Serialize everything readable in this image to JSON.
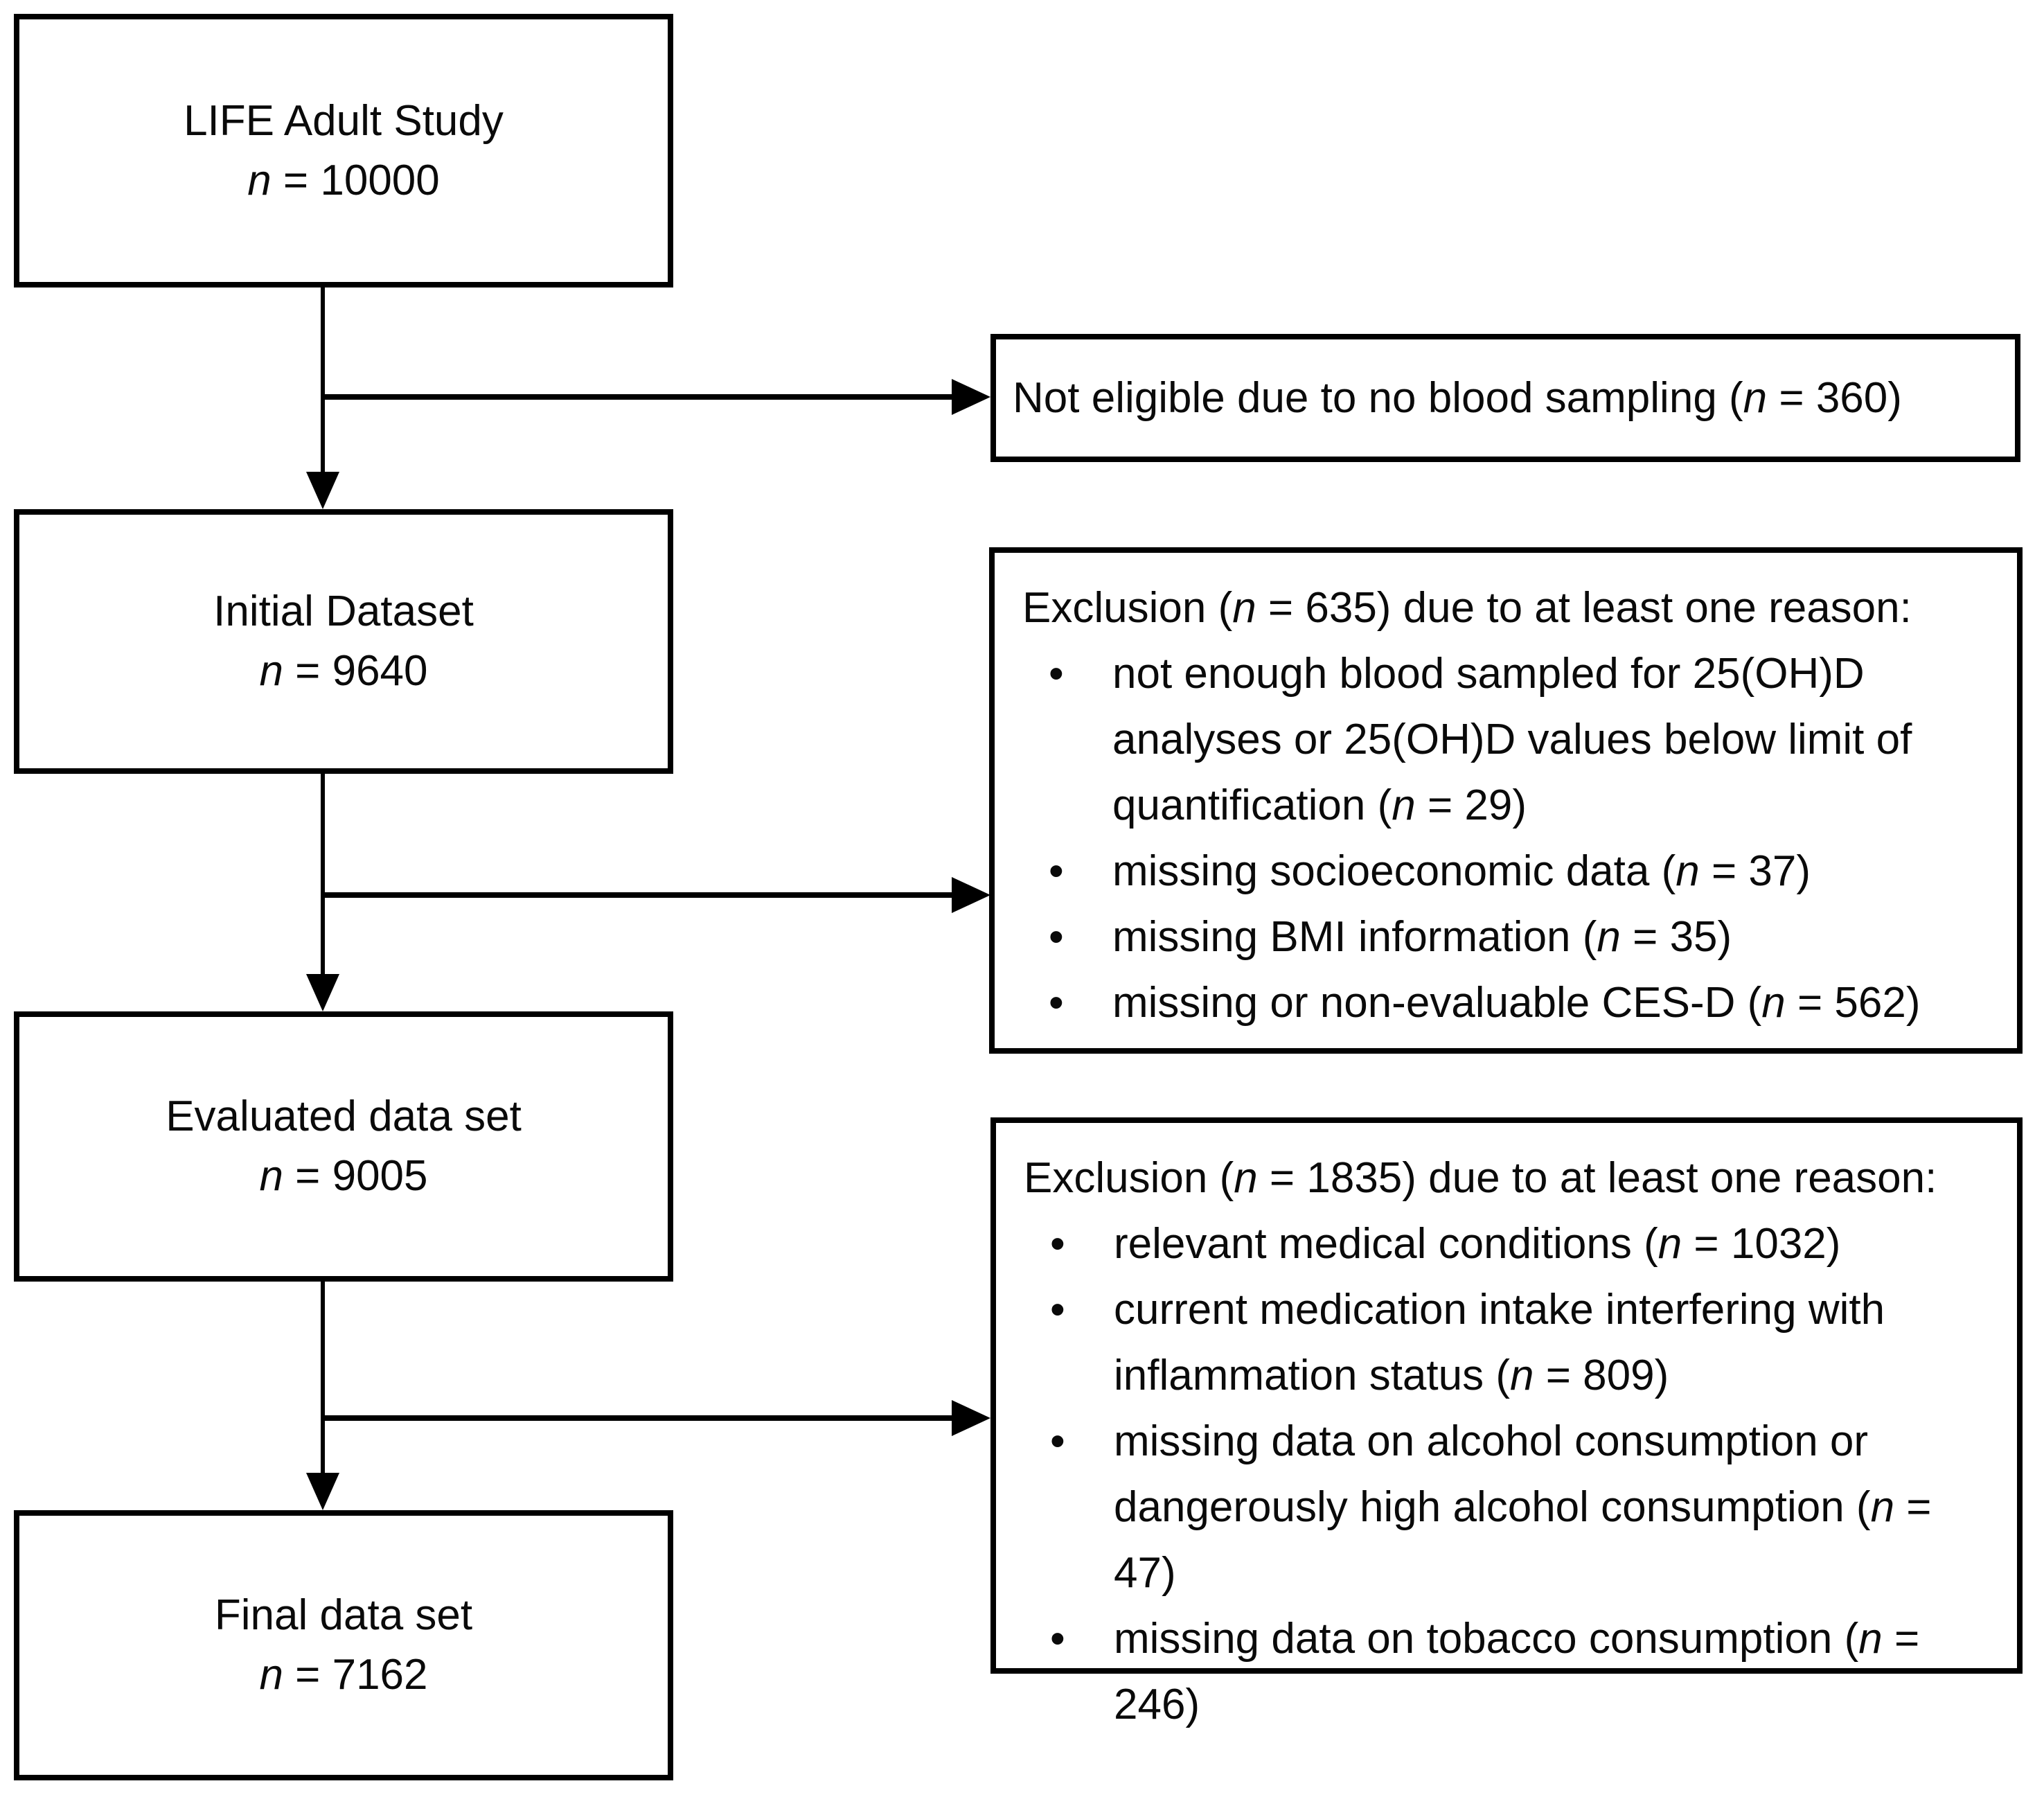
{
  "figure": {
    "flow_boxes": [
      {
        "label": "LIFE Adult Study",
        "count": "n = 10000"
      },
      {
        "label": "Initial Dataset",
        "count": "n = 9640"
      },
      {
        "label": "Evaluated data set",
        "count": "n = 9005"
      },
      {
        "label": "Final data set",
        "count": "n = 7162"
      }
    ],
    "side_boxes": [
      {
        "text": "Not eligible due to no blood sampling (n = 360)"
      },
      {
        "heading": "Exclusion (n = 635) due to at least one reason:",
        "bullets": [
          "not enough blood sampled for 25(OH)D analyses or 25(OH)D values below limit of quantification (n = 29)",
          "missing socioeconomic data (n = 37)",
          "missing BMI information (n = 35)",
          "missing or non-evaluable CES-D (n = 562)"
        ]
      },
      {
        "heading": "Exclusion (n = 1835) due to at least one reason:",
        "bullets": [
          "relevant medical conditions (n = 1032)",
          "current medication intake interfering with inflammation status (n = 809)",
          "missing data on alcohol consumption or dangerously high alcohol consumption (n = 47)",
          "missing data on tobacco consumption (n = 246)"
        ]
      }
    ],
    "colors": {
      "line": "#000000",
      "background": "#ffffff"
    }
  }
}
